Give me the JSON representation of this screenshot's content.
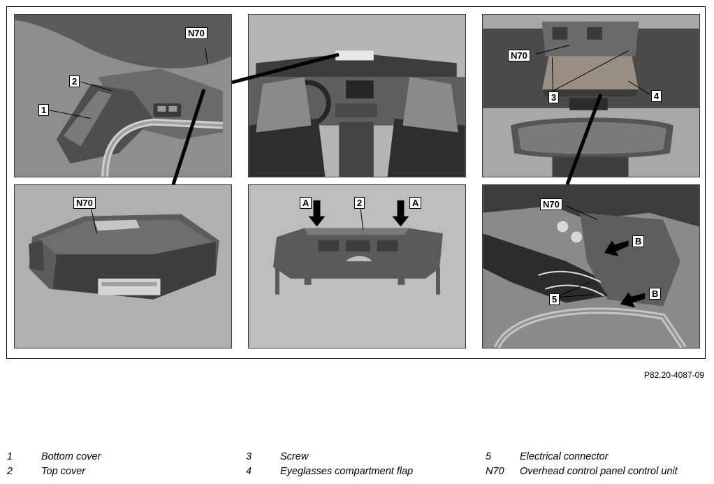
{
  "figure_id": "P82.20-4087-09",
  "callouts": {
    "p1_n70": "N70",
    "p1_2": "2",
    "p1_1": "1",
    "p3_n70": "N70",
    "p3_3": "3",
    "p3_4": "4",
    "p4_n70": "N70",
    "p5_a_left": "A",
    "p5_2": "2",
    "p5_a_right": "A",
    "p6_n70": "N70",
    "p6_b_top": "B",
    "p6_5": "5",
    "p6_b_bottom": "B"
  },
  "legend": [
    {
      "num": "1",
      "label": "Bottom cover"
    },
    {
      "num": "2",
      "label": "Top cover"
    },
    {
      "num": "3",
      "label": "Screw"
    },
    {
      "num": "4",
      "label": "Eyeglasses compartment flap"
    },
    {
      "num": "5",
      "label": "Electrical connector"
    },
    {
      "num": "N70",
      "label": "Overhead control panel control unit"
    }
  ],
  "colors": {
    "panel_bg": "#9a9a9a",
    "dark": "#3c3c3c",
    "mid": "#6e6e6e",
    "light": "#c8c8c8"
  }
}
